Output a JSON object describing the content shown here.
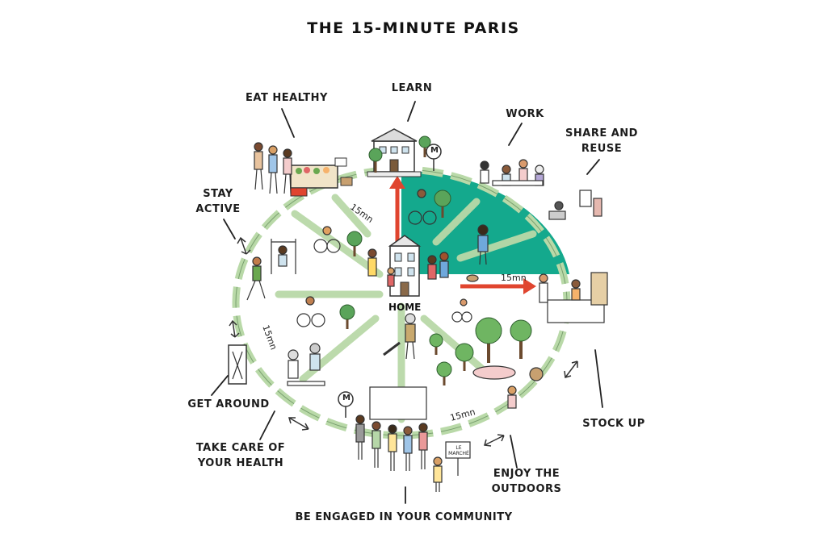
{
  "title": "THE 15-MINUTE PARIS",
  "center_label": "HOME",
  "distance_label": "15mn",
  "metro_symbol": "M",
  "sign_text": "LE MARCHÉ",
  "colors": {
    "accent_teal": "#14a98d",
    "path_green": "#b9d9a8",
    "arrow_red": "#e0452f",
    "ink": "#1c1c1c"
  },
  "labels": {
    "learn": "LEARN",
    "eat_healthy": "EAT HEALTHY",
    "work": "WORK",
    "share_and_reuse": "SHARE AND\nREUSE",
    "stay_active": "STAY\nACTIVE",
    "get_around": "GET AROUND",
    "take_care": "TAKE CARE OF\nYOUR HEALTH",
    "stock_up": "STOCK UP",
    "enjoy_outdoors": "ENJOY THE\nOUTDOORS",
    "community": "BE ENGAGED IN YOUR COMMUNITY"
  }
}
